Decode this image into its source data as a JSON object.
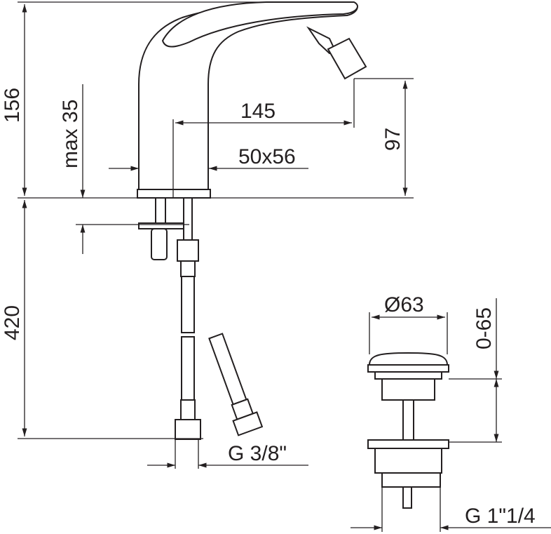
{
  "dimensions": {
    "total_height": "156",
    "max_deck_thickness": "max 35",
    "spout_reach": "145",
    "base_size": "50x56",
    "spout_height": "97",
    "hose_length": "420",
    "hose_thread": "G 3/8\"",
    "drain_diameter": "Ø63",
    "drain_range": "0-65",
    "drain_thread": "G 1\"1/4"
  },
  "colors": {
    "line": "#231f20",
    "background": "#ffffff"
  }
}
